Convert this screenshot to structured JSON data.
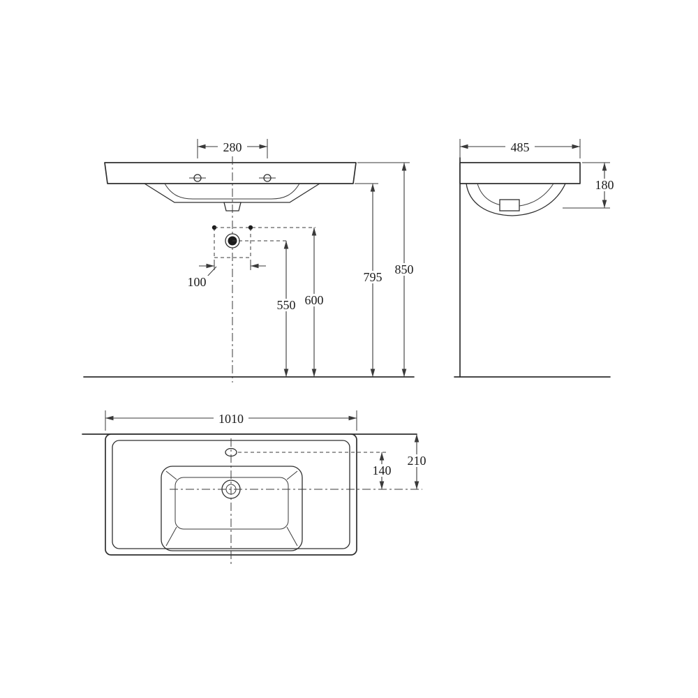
{
  "colors": {
    "outline": "#2e2e2e",
    "dimension_line": "#3a3a3a",
    "text": "#1c1c1c",
    "background": "#ffffff"
  },
  "dimensions": {
    "front": {
      "tap_hole_spacing": "280",
      "drain_box_width": "100",
      "trap_outlet_height": "550",
      "drain_line_height": "600",
      "basin_underside_height": "795",
      "overall_height": "850"
    },
    "side": {
      "overall_depth": "485",
      "front_edge_height": "180"
    },
    "plan": {
      "overall_width": "1010",
      "tap_to_drain_offset": "140",
      "back_to_drain_offset": "210"
    }
  }
}
